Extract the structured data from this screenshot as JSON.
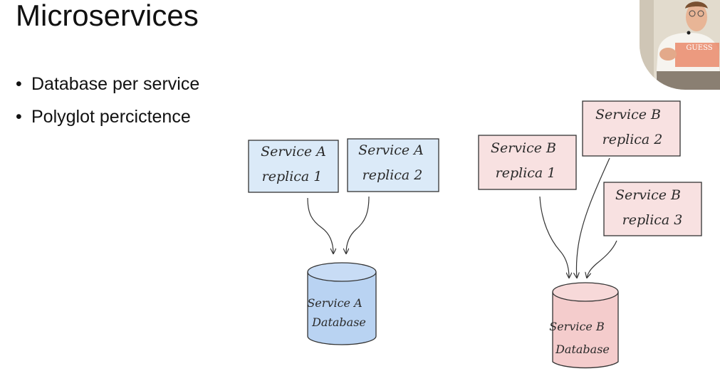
{
  "slide": {
    "title": "Microservices",
    "bullets": [
      "Database per service",
      "Polyglot percictence"
    ]
  },
  "diagram": {
    "service_a": {
      "replicas": [
        {
          "line1": "Service A",
          "line2": "replica 1"
        },
        {
          "line1": "Service A",
          "line2": "replica 2"
        }
      ],
      "database": {
        "line1": "Service A",
        "line2": "Database"
      },
      "fill": "#dbeaf8",
      "db_fill": "#b9d3f2"
    },
    "service_b": {
      "replicas": [
        {
          "line1": "Service B",
          "line2": "replica 1"
        },
        {
          "line1": "Service B",
          "line2": "replica 2"
        },
        {
          "line1": "Service B",
          "line2": "replica 3"
        }
      ],
      "database": {
        "line1": "Service B",
        "line2": "Database"
      },
      "fill": "#f8e1e1",
      "db_fill": "#f4cccc"
    }
  },
  "webcam": {
    "shirt_text": "GUESS"
  }
}
